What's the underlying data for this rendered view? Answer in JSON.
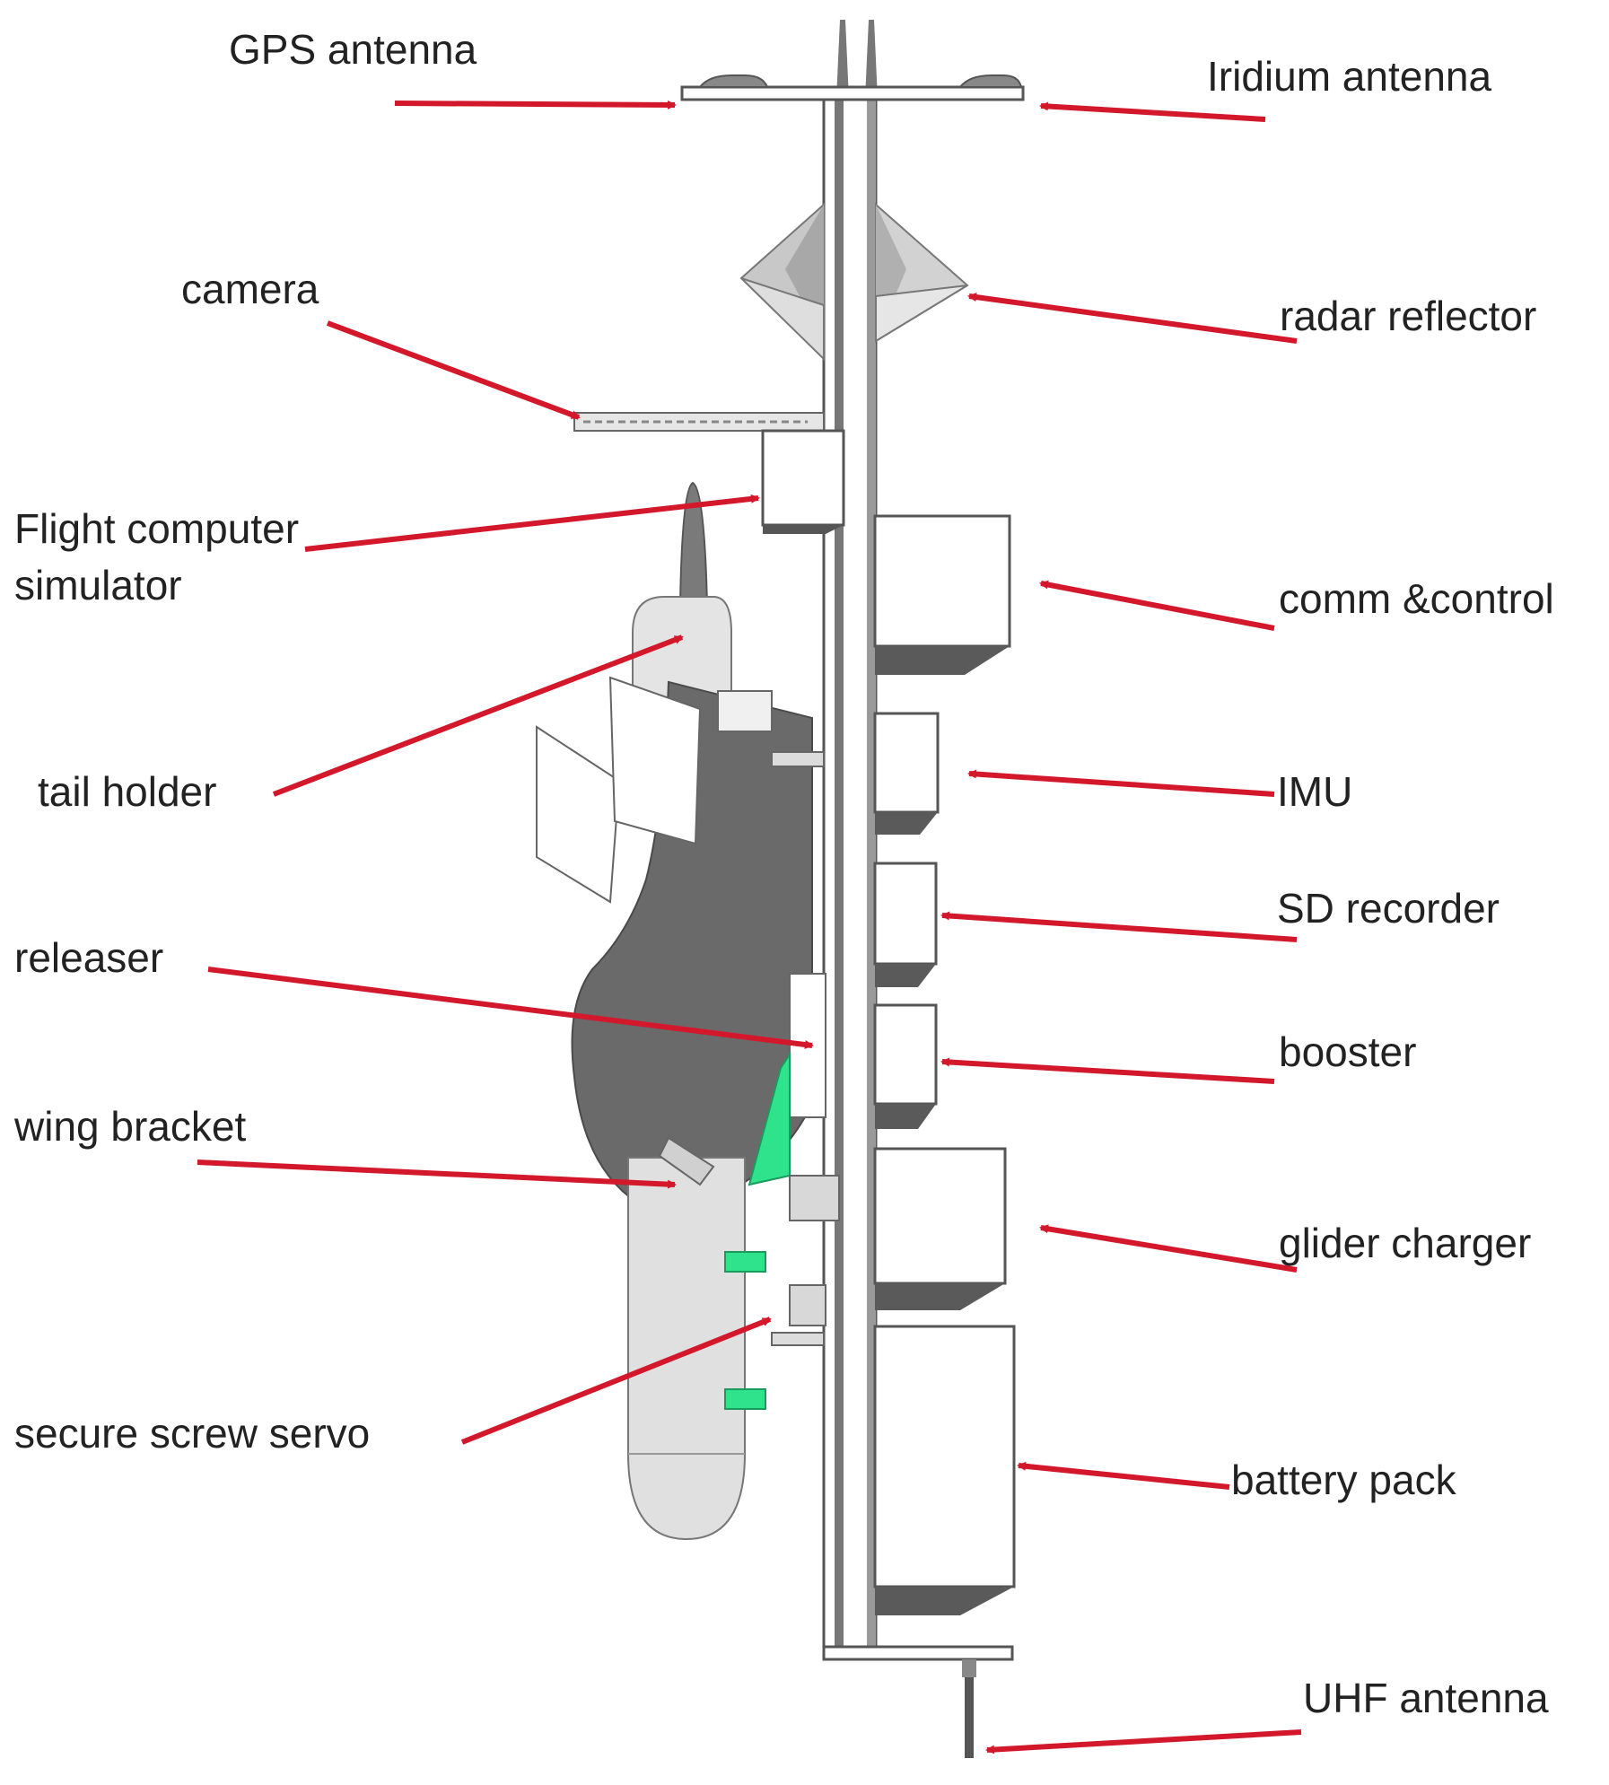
{
  "colors": {
    "arrow": "#d4182c",
    "model_white": "#ffffff",
    "model_light": "#dcdcdc",
    "model_mid": "#b8b8b8",
    "model_dark": "#6a6a6a",
    "model_outline": "#4a4a4a",
    "servo_green": "#2fe38c"
  },
  "labels": {
    "gps_antenna": "GPS antenna",
    "iridium_antenna": "Iridium antenna",
    "camera": "camera",
    "radar_reflector": "radar reflector",
    "flight_computer_simulator_line1": "Flight computer",
    "flight_computer_simulator_line2": "simulator",
    "comm_control": "comm &control",
    "tail_holder": "tail holder",
    "imu": "IMU",
    "sd_recorder": "SD recorder",
    "releaser": "releaser",
    "booster": "booster",
    "wing_bracket": "wing bracket",
    "glider_charger": "glider charger",
    "secure_screw_servo": "secure screw servo",
    "battery_pack": "battery pack",
    "uhf_antenna": "UHF antenna"
  }
}
